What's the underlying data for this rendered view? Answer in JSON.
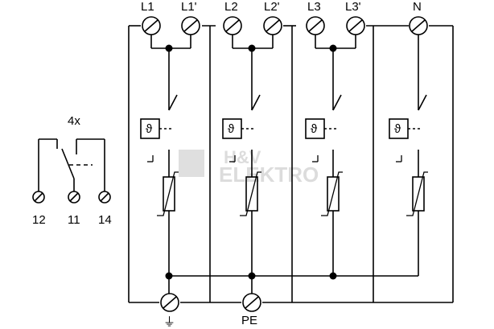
{
  "terminals_top": [
    "L1",
    "L1'",
    "L2",
    "L2'",
    "L3",
    "L3'",
    "N"
  ],
  "remote_contact": {
    "multiplier": "4x",
    "terminals": [
      "12",
      "11",
      "14"
    ]
  },
  "thermal_symbol": "ϑ",
  "bottom_labels": {
    "ground": "⏚",
    "pe": "PE"
  },
  "watermark": {
    "line1": "H&V",
    "line2": "ELEKTRO"
  }
}
